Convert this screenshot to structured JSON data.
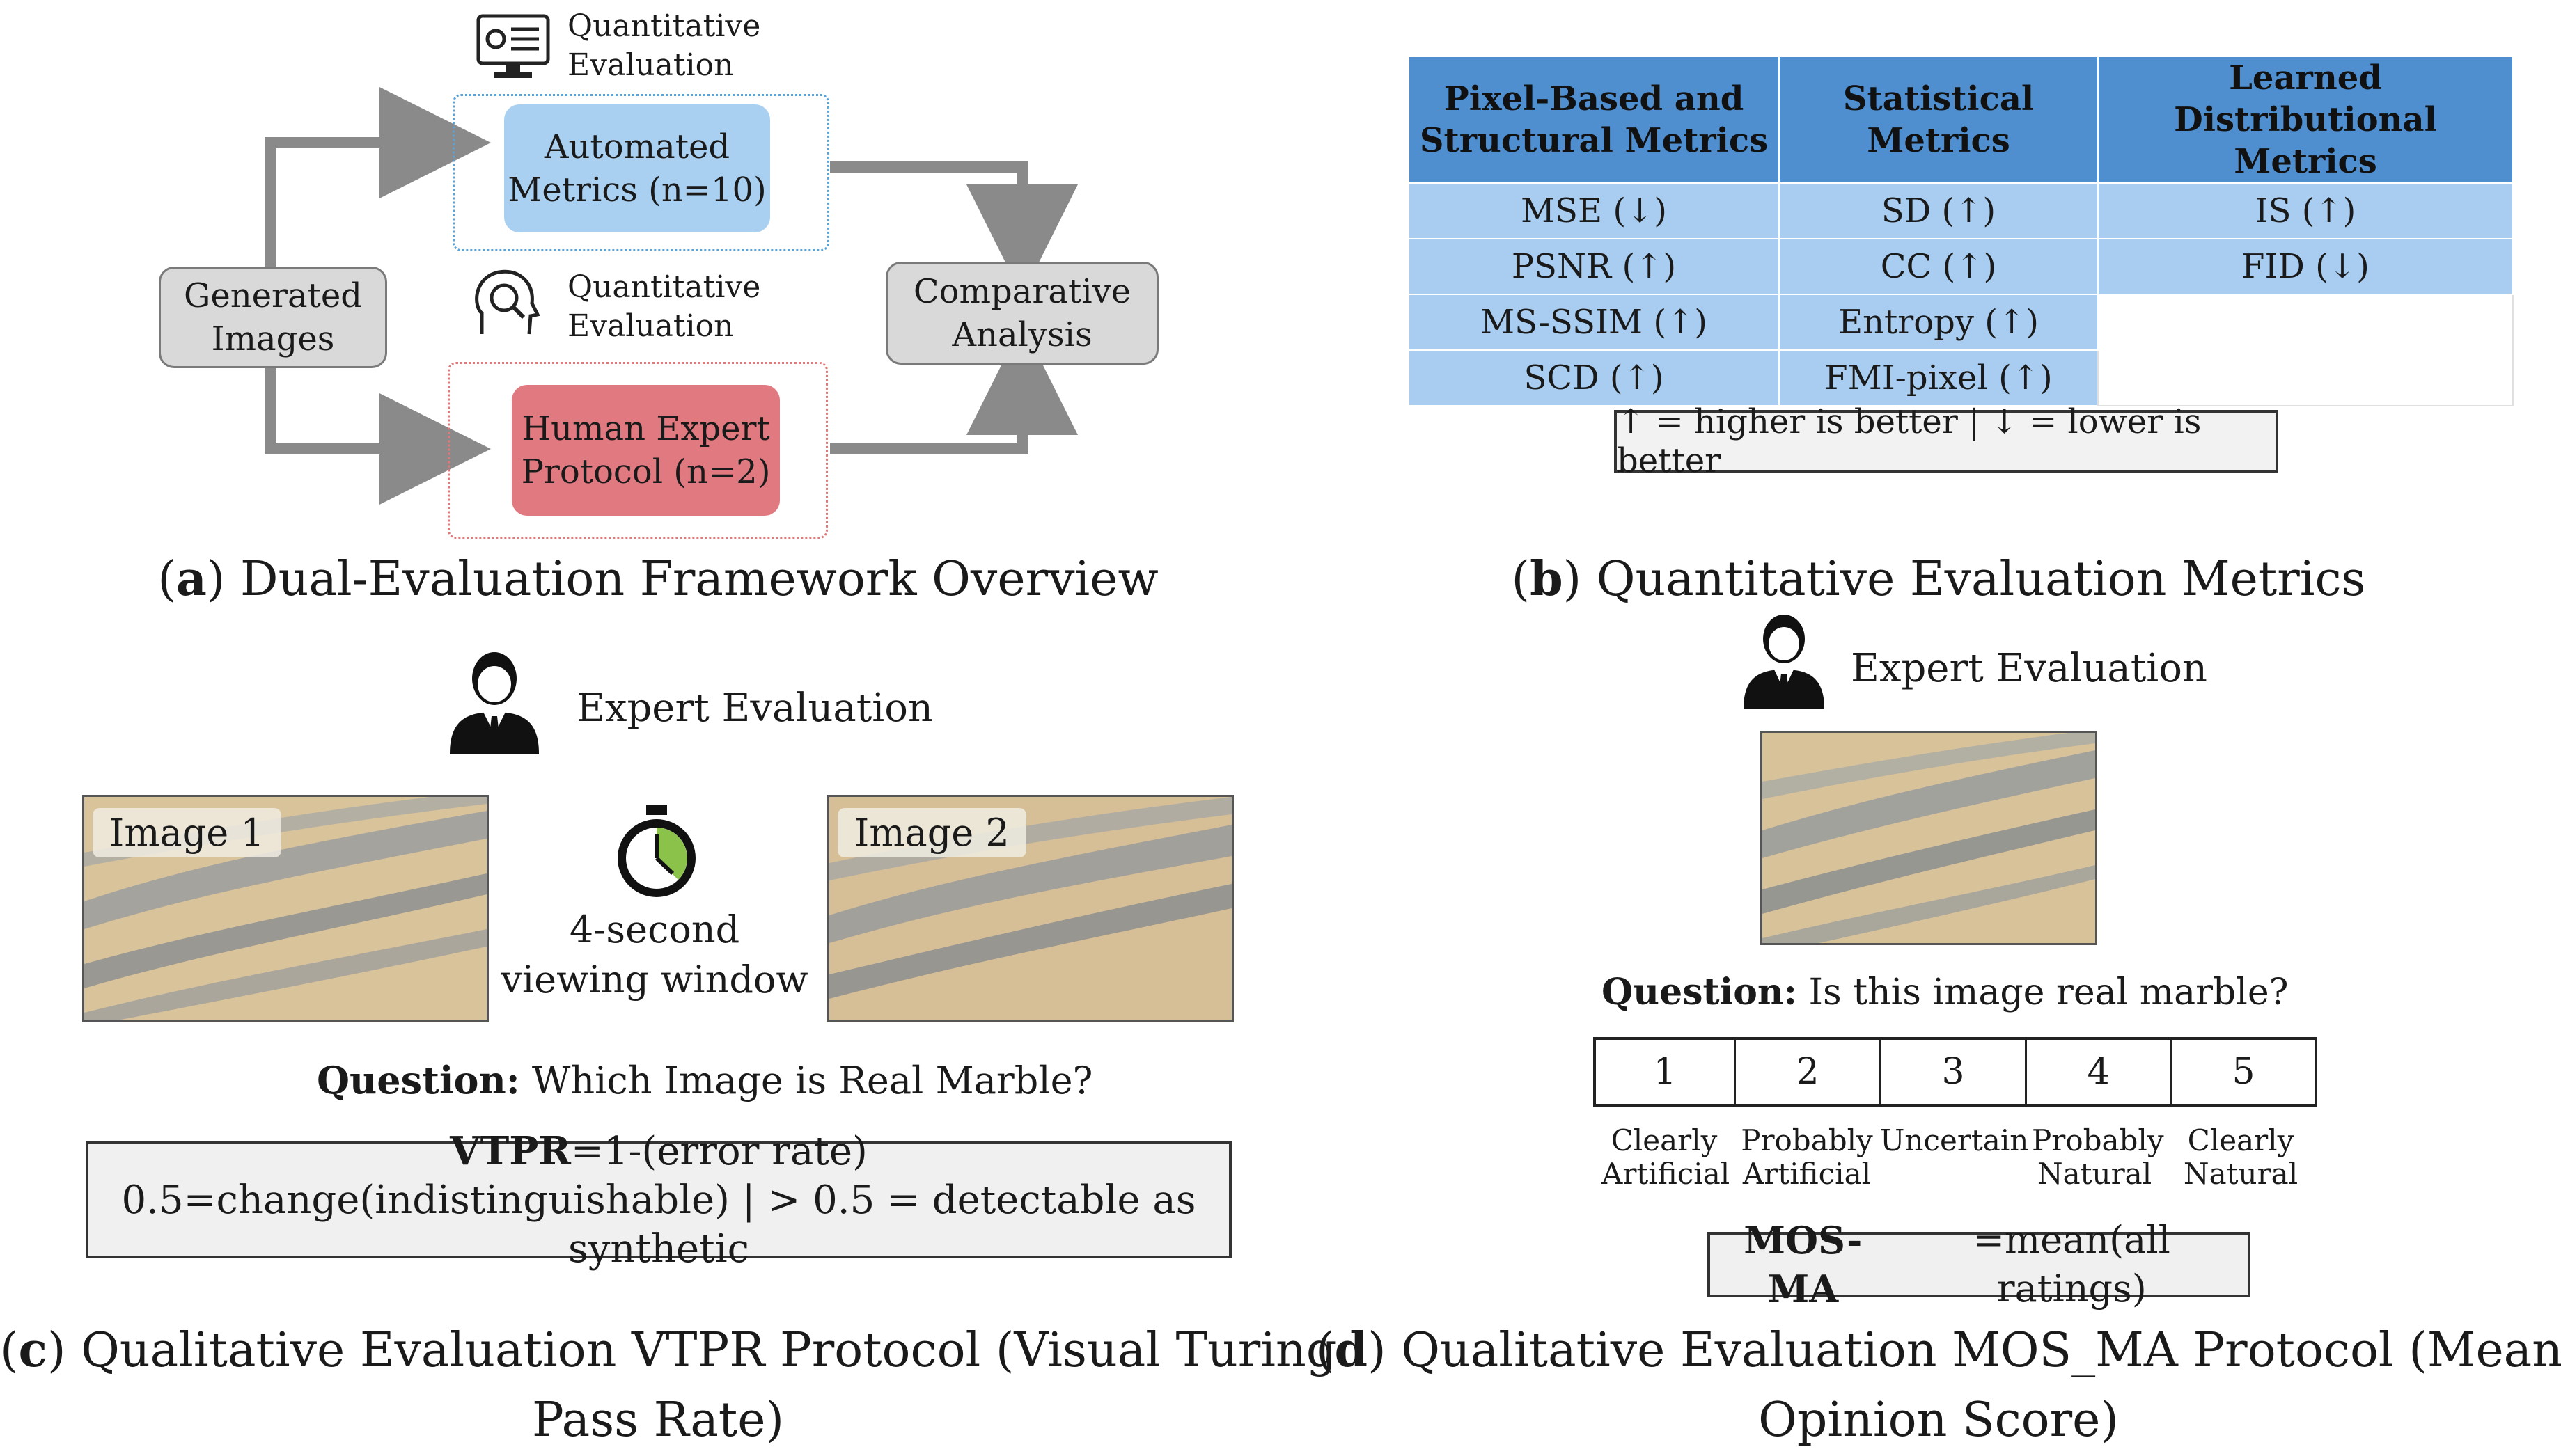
{
  "panel_a": {
    "icon_top_label": "Quantitative Evaluation",
    "icon_mid_label": "Quantitative Evaluation",
    "generated": "Generated Images",
    "automated": "Automated Metrics (n=10)",
    "human": "Human Expert Protocol (n=2)",
    "comparative": "Comparative Analysis",
    "caption_letter": "a",
    "caption_text": " Dual-Evaluation Framework Overview"
  },
  "panel_b": {
    "headers": [
      "Pixel-Based and Structural Metrics",
      "Statistical Metrics",
      "Learned Distributional Metrics"
    ],
    "rows": [
      [
        "MSE (↓)",
        "SD (↑)",
        "IS (↑)"
      ],
      [
        "PSNR (↑)",
        "CC (↑)",
        "FID (↓)"
      ],
      [
        "MS-SSIM (↑)",
        "Entropy (↑)",
        ""
      ],
      [
        "SCD (↑)",
        "FMI-pixel (↑)",
        ""
      ]
    ],
    "legend": "↑ = higher is better | ↓ = lower is better",
    "caption_letter": "b",
    "caption_text": " Quantitative Evaluation Metrics"
  },
  "panel_c": {
    "expert_label": "Expert Evaluation",
    "image1": "Image 1",
    "image2": "Image 2",
    "timer_line1": "4-second",
    "timer_line2": "viewing window",
    "question_bold": "Question:",
    "question_text": " Which Image is Real Marble?",
    "formula_bold": "VTPR",
    "formula_rest": "=1-(error rate)",
    "formula_line2": "0.5=change(indistinguishable) | > 0.5 = detectable as synthetic",
    "caption_letter": "c",
    "caption_line1": " Qualitative Evaluation VTPR Protocol (Visual Turing",
    "caption_line2": "Pass Rate)"
  },
  "panel_d": {
    "expert_label": "Expert Evaluation",
    "question_bold": "Question:",
    "question_text": " Is this image real marble?",
    "scale": [
      "1",
      "2",
      "3",
      "4",
      "5"
    ],
    "scale_labels": [
      "Clearly Artificial",
      "Probably Artificial",
      "Uncertain",
      "Probably Natural",
      "Clearly Natural"
    ],
    "formula_bold": "MOS-MA",
    "formula_rest": "=mean(all ratings)",
    "caption_letter": "d",
    "caption_line1": " Qualitative Evaluation MOS_MA Protocol (Mean",
    "caption_line2": "Opinion Score)"
  }
}
